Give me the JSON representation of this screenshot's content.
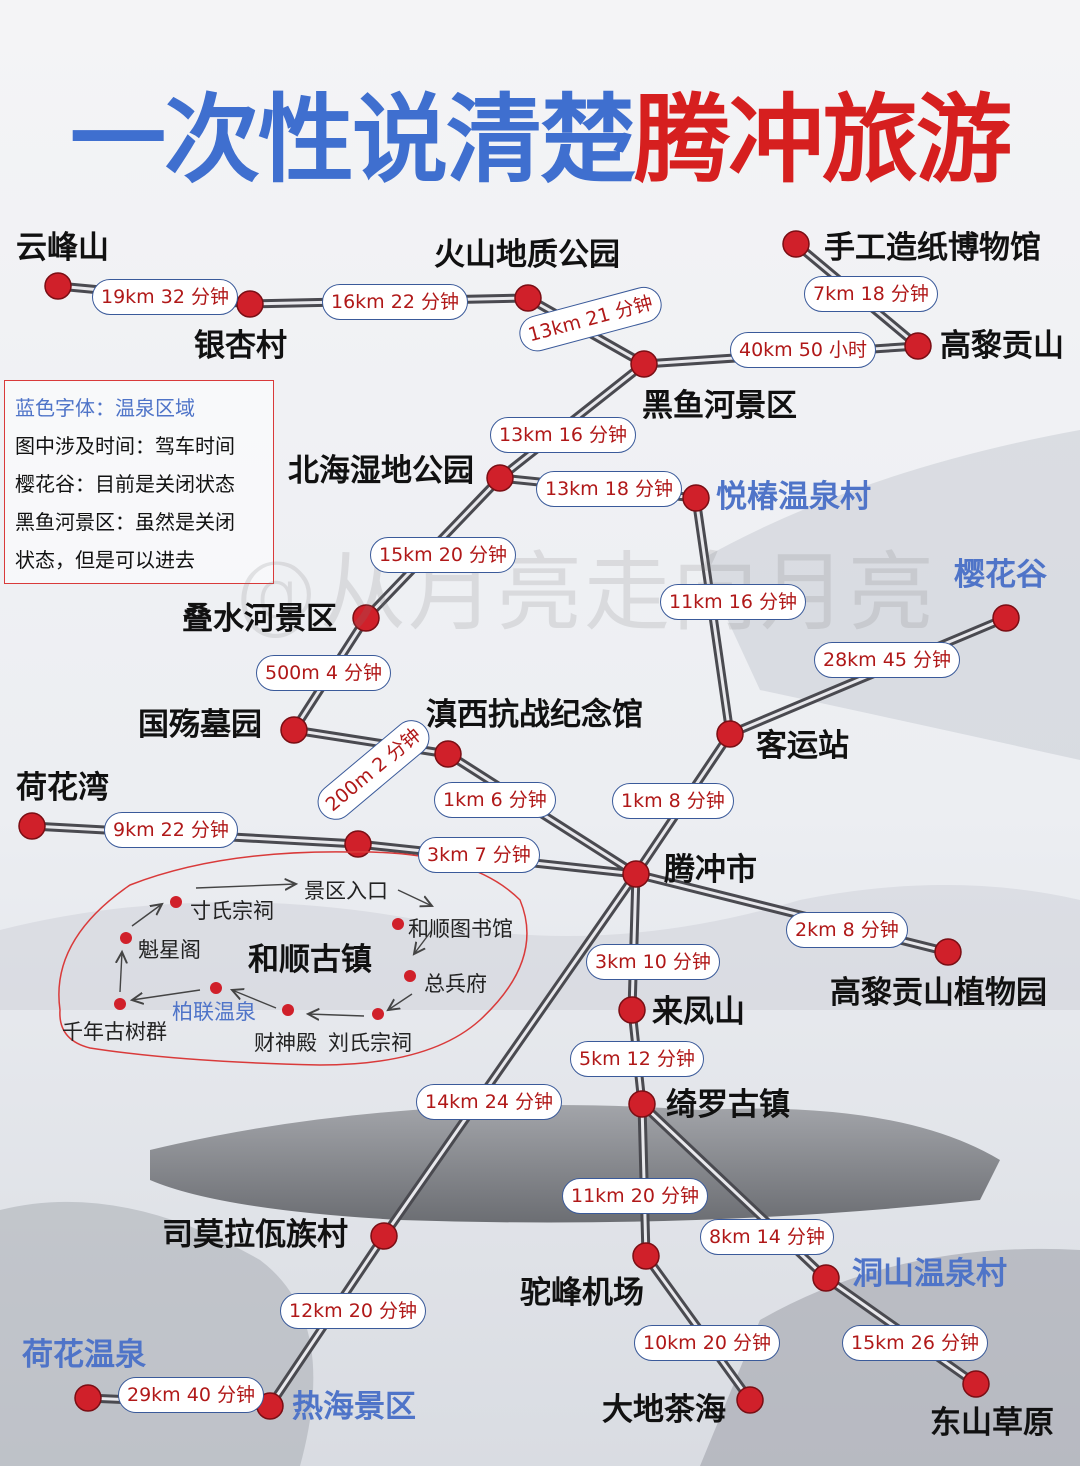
{
  "title": {
    "part1": "一次性说清楚",
    "part2": "腾冲旅游"
  },
  "legend": {
    "line1": "蓝色字体：温泉区域",
    "line2": "图中涉及时间：驾车时间",
    "line3": "樱花谷：目前是关闭状态",
    "line4": "黑鱼河景区：虽然是关闭",
    "line5": "状态，但是可以进去"
  },
  "watermark": "@从月亮走向月亮",
  "stations": {
    "yunfengshan": "云峰山",
    "yinxingcun": "银杏村",
    "huoshan": "火山地质公园",
    "shougong": "手工造纸博物馆",
    "gaoligongshan": "高黎贡山",
    "heiyuhe": "黑鱼河景区",
    "beihai": "北海湿地公园",
    "yuechun": "悦椿温泉村",
    "dieshuihe": "叠水河景区",
    "yinghuagu": "樱花谷",
    "guoshang": "国殇墓园",
    "dianxi": "滇西抗战纪念馆",
    "keyunzhan": "客运站",
    "hehuawan": "荷花湾",
    "tengchong": "腾冲市",
    "zhiwuyuan": "高黎贡山植物园",
    "laifengshan": "来凤山",
    "qiluo": "绮罗古镇",
    "simola": "司莫拉佤族村",
    "tuofeng": "驼峰机场",
    "dongshan": "洞山温泉村",
    "hehuawenquan": "荷花温泉",
    "rehai": "热海景区",
    "dadichahai": "大地茶海",
    "dongshancaoyuan": "东山草原"
  },
  "distances": {
    "d1": "19km 32 分钟",
    "d2": "16km 22 分钟",
    "d3": "7km 18 分钟",
    "d4": "13km 21 分钟",
    "d5": "40km 50 小时",
    "d6": "13km 16 分钟",
    "d7": "13km 18 分钟",
    "d8": "15km 20 分钟",
    "d9": "11km 16 分钟",
    "d10": "28km 45 分钟",
    "d11": "500m 4 分钟",
    "d12": "200m 2 分钟",
    "d13": "1km 6 分钟",
    "d14": "1km 8 分钟",
    "d15": "9km 22 分钟",
    "d16": "3km 7 分钟",
    "d17": "2km 8 分钟",
    "d18": "3km 10 分钟",
    "d19": "5km 12 分钟",
    "d20": "14km 24 分钟",
    "d21": "11km 20 分钟",
    "d22": "8km 14 分钟",
    "d23": "12km 20 分钟",
    "d24": "10km 20 分钟",
    "d25": "15km 26 分钟",
    "d26": "29km 40 分钟"
  },
  "town": {
    "name": "和顺古镇",
    "entrance": "景区入口",
    "cunshi": "寸氏宗祠",
    "library": "和顺图书馆",
    "kuixing": "魁星阁",
    "zongbingfu": "总兵府",
    "bailian": "柏联温泉",
    "oldtrees": "千年古树群",
    "caishen": "财神殿",
    "liushi": "刘氏宗祠"
  },
  "colors": {
    "title_blue": "#3f6fcf",
    "title_red": "#d61f1f",
    "station_dot": "#d0202a",
    "hotspring_text": "#4f74c8",
    "distance_text": "#b01818"
  }
}
